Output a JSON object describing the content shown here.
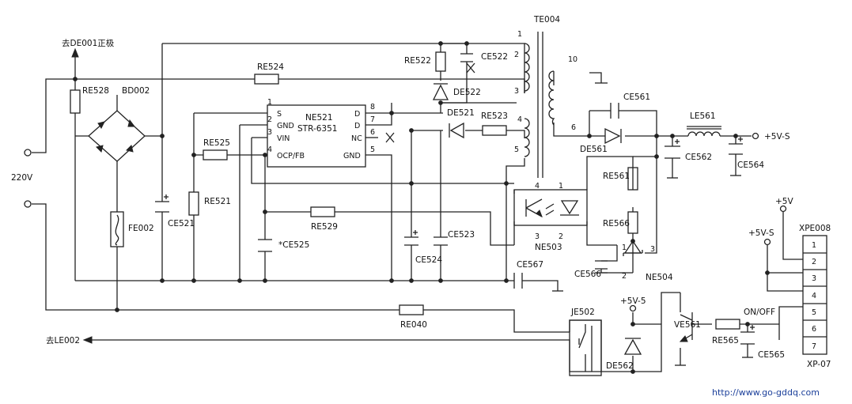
{
  "labels": {
    "de001": "去DE001正极",
    "le002": "去LE002",
    "mains": "220V",
    "re528": "RE528",
    "bd002": "BD002",
    "re524": "RE524",
    "fe002": "FE002",
    "ce521": "CE521",
    "re521": "RE521",
    "re525": "RE525",
    "ne521": "NE521",
    "str": "STR-6351",
    "ce525": "*CE525",
    "re529": "RE529",
    "re522": "RE522",
    "ce522": "CE522",
    "de522": "DE522",
    "de521": "DE521",
    "re523": "RE523",
    "ce524": "CE524",
    "ce523": "CE523",
    "te004": "TE004",
    "ne503": "NE503",
    "ce567": "CE567",
    "ce561": "CE561",
    "de561": "DE561",
    "le561": "LE561",
    "ce562": "CE562",
    "ce564": "CE564",
    "plus5vs_out": "+5V-S",
    "re561": "RE561",
    "re566": "RE566",
    "ce566": "CE566",
    "ne504": "NE504",
    "re040": "RE040",
    "je502": "JE502",
    "plus5v5": "+5V-5",
    "de562": "DE562",
    "ve561": "VE561",
    "re565": "RE565",
    "ce565": "CE565",
    "onoff": "ON/OFF",
    "plus5v": "+5V",
    "plus5vs": "+5V-S",
    "xpe008": "XPE008",
    "xp07": "XP-07",
    "url": "http://www.go-gddq.com"
  },
  "pins": {
    "ic": [
      "1",
      "2",
      "3",
      "4",
      "8",
      "7",
      "6",
      "5"
    ],
    "ic_names": [
      "S",
      "GND",
      "VIN",
      "OCP/FB",
      "D",
      "D",
      "NC",
      "GND"
    ],
    "te": [
      "1",
      "2",
      "3",
      "4",
      "5",
      "10",
      "6"
    ],
    "opto": [
      "4",
      "1",
      "3",
      "2"
    ],
    "ne504": [
      "1",
      "2",
      "3"
    ],
    "connector": [
      "1",
      "2",
      "3",
      "4",
      "5",
      "6",
      "7"
    ]
  }
}
